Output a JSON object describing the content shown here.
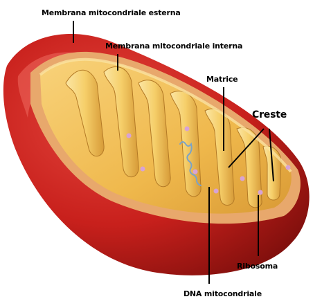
{
  "labels": {
    "outer_membrane": "Membrana mitocondriale esterna",
    "inner_membrane": "Membrana mitocondriale interna",
    "matrix": "Matrice",
    "cristae": "Creste",
    "ribosome": "Ribosoma",
    "dna": "DNA mitocondriale"
  },
  "colors": {
    "outer_membrane": "#c8201c",
    "outer_membrane_dark": "#7e0f0c",
    "cut_edge": "#e9b27a",
    "inner_fill": "#f3c15a",
    "inner_shadow": "#c98e2c",
    "cristae_light": "#fbe39a",
    "ribosome": "#d7a3d6",
    "dna": "#7aa3c8"
  }
}
